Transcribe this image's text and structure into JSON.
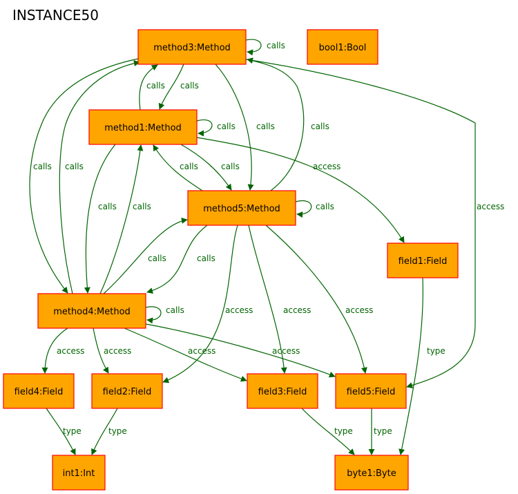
{
  "title": "INSTANCE50",
  "colors": {
    "node_fill": "#ffa500",
    "node_border": "#ff0000",
    "edge": "#006400"
  },
  "nodes": [
    {
      "id": "method3",
      "label": "method3:Method"
    },
    {
      "id": "bool1",
      "label": "bool1:Bool"
    },
    {
      "id": "method1",
      "label": "method1:Method"
    },
    {
      "id": "method5",
      "label": "method5:Method"
    },
    {
      "id": "field1",
      "label": "field1:Field"
    },
    {
      "id": "method4",
      "label": "method4:Method"
    },
    {
      "id": "field4",
      "label": "field4:Field"
    },
    {
      "id": "field2",
      "label": "field2:Field"
    },
    {
      "id": "field3",
      "label": "field3:Field"
    },
    {
      "id": "field5",
      "label": "field5:Field"
    },
    {
      "id": "int1",
      "label": "int1:Int"
    },
    {
      "id": "byte1",
      "label": "byte1:Byte"
    }
  ],
  "edges": [
    {
      "from": "method3",
      "to": "method3",
      "label": "calls"
    },
    {
      "from": "method3",
      "to": "method1",
      "label": "calls"
    },
    {
      "from": "method1",
      "to": "method3",
      "label": "calls"
    },
    {
      "from": "method3",
      "to": "method5",
      "label": "calls"
    },
    {
      "from": "method5",
      "to": "method3",
      "label": "calls"
    },
    {
      "from": "method3",
      "to": "method4",
      "label": "calls"
    },
    {
      "from": "method4",
      "to": "method3",
      "label": "calls"
    },
    {
      "from": "method3",
      "to": "field5",
      "label": "access"
    },
    {
      "from": "method1",
      "to": "method1",
      "label": "calls"
    },
    {
      "from": "method1",
      "to": "method5",
      "label": "calls"
    },
    {
      "from": "method5",
      "to": "method1",
      "label": "calls"
    },
    {
      "from": "method1",
      "to": "method4",
      "label": "calls"
    },
    {
      "from": "method4",
      "to": "method1",
      "label": "calls"
    },
    {
      "from": "method1",
      "to": "field1",
      "label": "access"
    },
    {
      "from": "method5",
      "to": "method5",
      "label": "calls"
    },
    {
      "from": "method5",
      "to": "method4",
      "label": "calls"
    },
    {
      "from": "method4",
      "to": "method5",
      "label": "calls"
    },
    {
      "from": "method5",
      "to": "field2",
      "label": "access"
    },
    {
      "from": "method5",
      "to": "field3",
      "label": "access"
    },
    {
      "from": "method5",
      "to": "field5",
      "label": "access"
    },
    {
      "from": "method4",
      "to": "method4",
      "label": "calls"
    },
    {
      "from": "method4",
      "to": "field4",
      "label": "access"
    },
    {
      "from": "method4",
      "to": "field2",
      "label": "access"
    },
    {
      "from": "method4",
      "to": "field3",
      "label": "access"
    },
    {
      "from": "method4",
      "to": "field5",
      "label": "access"
    },
    {
      "from": "field1",
      "to": "byte1",
      "label": "type"
    },
    {
      "from": "field4",
      "to": "int1",
      "label": "type"
    },
    {
      "from": "field2",
      "to": "int1",
      "label": "type"
    },
    {
      "from": "field3",
      "to": "byte1",
      "label": "type"
    },
    {
      "from": "field5",
      "to": "byte1",
      "label": "type"
    }
  ]
}
